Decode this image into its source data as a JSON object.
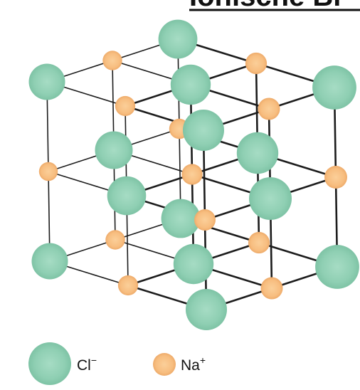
{
  "title": "Ionische Bi",
  "colors": {
    "chloride": "#8fcfb3",
    "chloride_edge": "#6fb596",
    "sodium": "#f7bd7f",
    "sodium_edge": "#e9a563",
    "bond": "#1c1c1c"
  },
  "legend": {
    "chloride_symbol": "Cl",
    "chloride_charge": "−",
    "sodium_symbol": "Na",
    "sodium_charge": "+"
  }
}
